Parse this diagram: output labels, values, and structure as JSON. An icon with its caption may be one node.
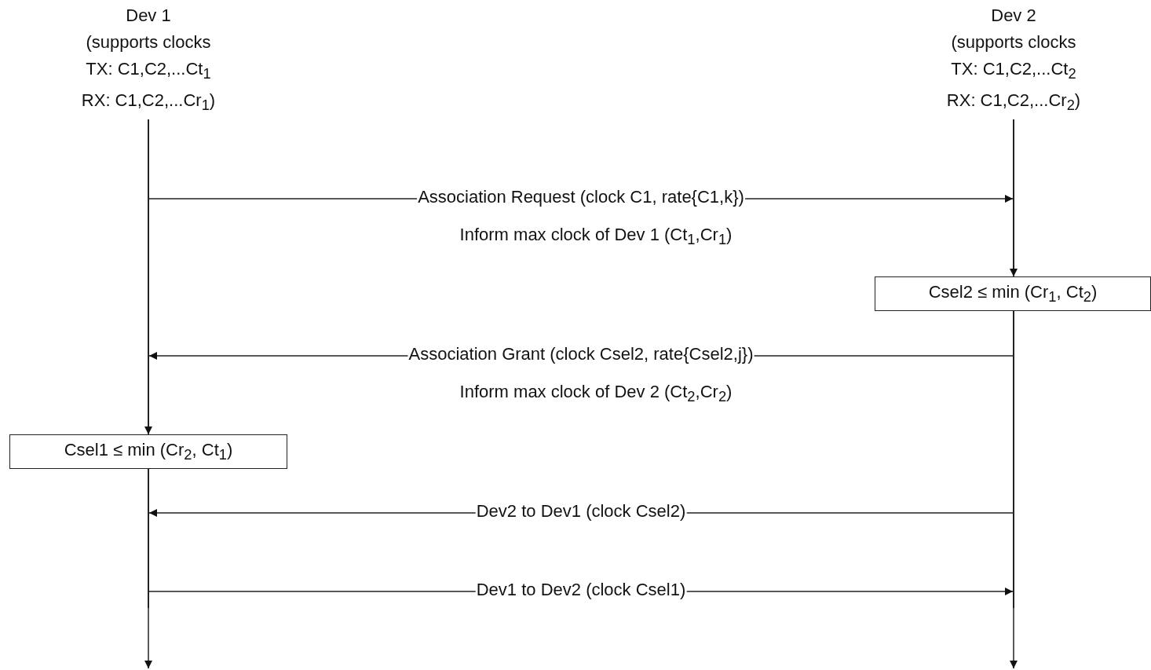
{
  "diagram": {
    "nodes": [
      {
        "text": [
          "Dev 1",
          "(supports clocks",
          "TX: C1,C2,...Ct$_{1}$",
          "RX: C1,C2,...Cr$_{1}$)"
        ]
      },
      {
        "text": [
          "Dev 2",
          "(supports clocks",
          "TX: C1,C2,...Ct$_{2}$",
          "RX: C1,C2,...Cr$_{2}$)"
        ]
      },
      {
        "text": [
          "Csel2 ≤ min (Cr$_{1}$, Ct$_{2}$)"
        ]
      },
      {
        "text": [
          "Csel1 ≤ min (Cr$_{2}$, Ct$_{1}$)"
        ]
      },
      {
        "text": [],
        "shape": "bar"
      },
      {
        "text": [],
        "shape": "bar"
      },
      {
        "text": [],
        "shape": "bar"
      },
      {
        "text": [],
        "shape": "bar"
      }
    ],
    "edges": [
      {
        "from": 4,
        "to": 5,
        "arrow": "to",
        "label": "Association Request (clock C1, rate{C1,k})"
      },
      {
        "from": 5,
        "to": 2,
        "arrow": "to"
      },
      {
        "from": 6,
        "to": 4,
        "arrow": "to",
        "label": "Association Grant (clock Csel2, rate{Csel2,j})"
      },
      {
        "from": 4,
        "to": 3,
        "arrow": "to"
      },
      {
        "from": 6,
        "to": 7,
        "arrow": "to",
        "label": "Dev2 to Dev1 (clock Csel2)"
      },
      {
        "from": 7,
        "to": 6,
        "arrow": "to",
        "label": "Dev1 to Dev2 (clock Csel1)"
      },
      {
        "from": 7,
        "to": null,
        "arrow": "to"
      },
      {
        "from": 6,
        "to": null,
        "arrow": "to"
      }
    ],
    "labels": [
      "Inform max clock of Dev 1 (Ct$_{1}$,Cr$_{1}$)",
      "Inform max clock of Dev 2 (Ct$_{2}$,Cr$_{2}$)"
    ]
  }
}
